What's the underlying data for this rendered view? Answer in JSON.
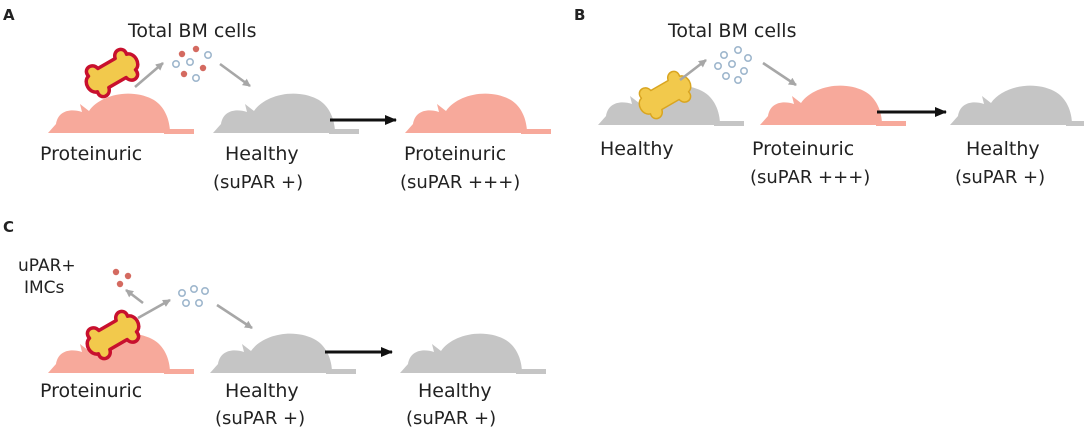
{
  "colors": {
    "proteinuric": "#f7a99b",
    "healthy": "#c5c5c5",
    "arrow_gray": "#a7a7a7",
    "arrow_black": "#111111",
    "cell_red": "#d46a60",
    "cell_blue": "#9fb7cd",
    "bone_fill": "#f2c94c",
    "bone_outline": "#c8102e"
  },
  "panels": {
    "a": {
      "label": "A",
      "cells_label": "Total BM cells",
      "donor": {
        "name": "Proteinuric"
      },
      "recipient": {
        "name": "Healthy",
        "status": "(suPAR +)"
      },
      "outcome": {
        "name": "Proteinuric",
        "status": "(suPAR +++)"
      }
    },
    "b": {
      "label": "B",
      "cells_label": "Total BM cells",
      "donor": {
        "name": "Healthy"
      },
      "recipient": {
        "name": "Proteinuric",
        "status": "(suPAR +++)"
      },
      "outcome": {
        "name": "Healthy",
        "status": "(suPAR +)"
      }
    },
    "c": {
      "label": "C",
      "removed_cells_label_1": "uPAR+",
      "removed_cells_label_2": "IMCs",
      "donor": {
        "name": "Proteinuric"
      },
      "recipient": {
        "name": "Healthy",
        "status": "(suPAR +)"
      },
      "outcome": {
        "name": "Healthy",
        "status": "(suPAR +)"
      }
    }
  }
}
